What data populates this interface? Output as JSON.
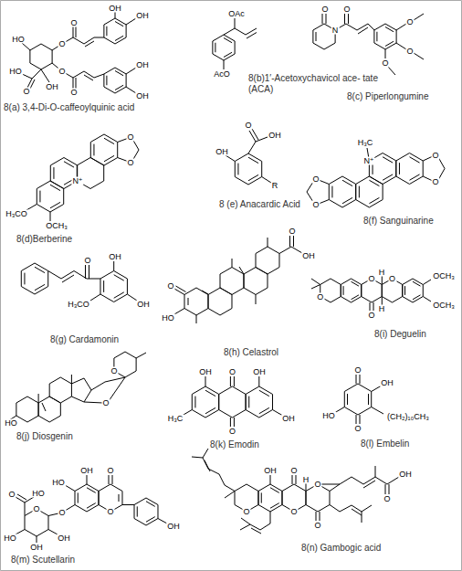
{
  "diagram": {
    "labels": [
      "HO",
      "O",
      "O",
      "OH",
      "OH",
      "O",
      "OH",
      "HO",
      "OH",
      "O",
      "O",
      "OH",
      "8(a) 3,4-Di-O-caffeoylquinic acid",
      "OAc",
      "AcO",
      "8(b)1′-Acetoxychavicol ace- tate (ACA)",
      "O",
      "O",
      "N",
      "O",
      "O",
      "O",
      "8(c) Piperlongumine",
      "O",
      "O",
      "N⁺",
      "H₃CO",
      "OCH₃",
      "8(d)Berberine",
      "O",
      "OH",
      "OH",
      "R",
      "8 (e) Anacardic Acid",
      "H₃C",
      "N⁺",
      "O",
      "O",
      "O",
      "O",
      "8(f) Sanguinarine",
      "O",
      "OH",
      "H₃CO",
      "OH",
      "8(g) Cardamonin",
      "O",
      "OH",
      "O",
      "HO",
      "8(h) Celastrol",
      "O",
      "H",
      "O",
      "OCH₃",
      "O",
      "OCH₃",
      "H",
      "O",
      "8(i) Deguelin",
      "O",
      "O",
      "HO",
      "8(j) Diosgenin",
      "OH",
      "O",
      "OH",
      "H₃C",
      "OH",
      "O",
      "8(k) Emodin",
      "O",
      "OH",
      "HO",
      "(CH₂)₁₀CH₃",
      "O",
      "8(l) Embelin",
      "O",
      "HO",
      "OH",
      "O",
      "HO",
      "O",
      "O",
      "O",
      "OH",
      "HO",
      "OH",
      "OH",
      "8(m) Scutellarin",
      "OH",
      "O",
      "OH",
      "H",
      "O",
      "O",
      "O",
      "O",
      "O",
      "8(n) Gambogic acid"
    ]
  }
}
